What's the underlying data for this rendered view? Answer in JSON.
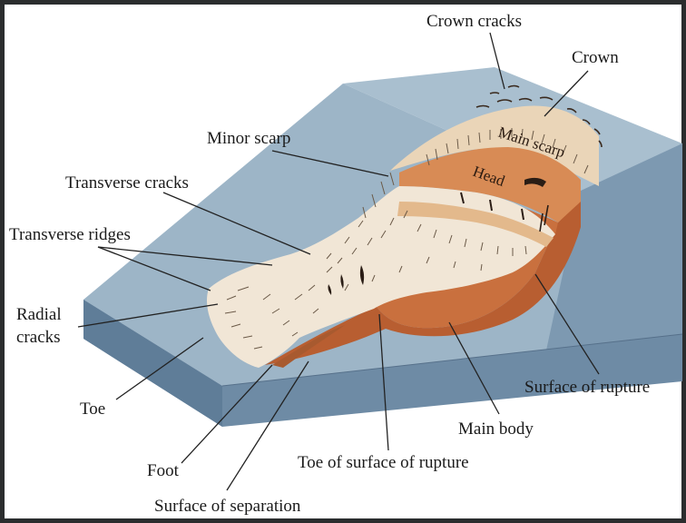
{
  "labels": {
    "crown_cracks": "Crown cracks",
    "crown": "Crown",
    "minor_scarp": "Minor scarp",
    "main_scarp": "Main scarp",
    "head": "Head",
    "transverse_cracks": "Transverse cracks",
    "transverse_ridges": "Transverse ridges",
    "radial_cracks_line1": "Radial",
    "radial_cracks_line2": "cracks",
    "toe": "Toe",
    "foot": "Foot",
    "surface_of_separation": "Surface of separation",
    "toe_of_surface_of_rupture": "Toe of surface of rupture",
    "main_body": "Main body",
    "surface_of_rupture": "Surface of rupture"
  },
  "colors": {
    "slope_top": "#9fb6c6",
    "slope_side": "#7c98b0",
    "slope_front": "#6d8aa4",
    "slide_body": "#c9703e",
    "slide_light": "#e9cfae",
    "debris": "#f1e6d6",
    "frame": "#2b2d2e"
  }
}
